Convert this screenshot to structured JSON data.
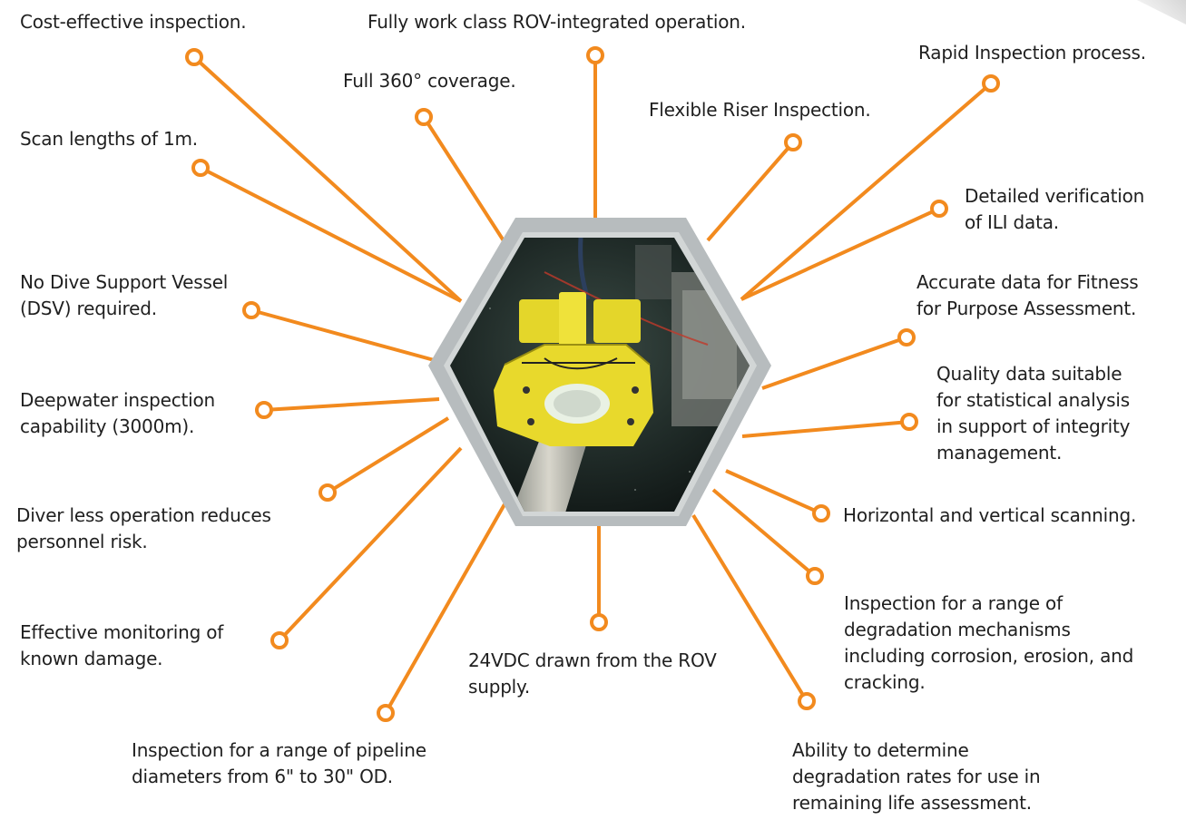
{
  "colors": {
    "accent": "#f28a1e",
    "hex_frame": "#b7bcbe",
    "text": "#1f1f1f"
  },
  "center_image": {
    "icon": "rov-inspection-tool-photo"
  },
  "features": [
    {
      "id": "cost-effective",
      "text": "Cost-effective inspection."
    },
    {
      "id": "rov-integrated",
      "text": "Fully work class ROV-integrated operation."
    },
    {
      "id": "rapid-process",
      "text": "Rapid Inspection process."
    },
    {
      "id": "full-coverage",
      "text": "Full 360° coverage."
    },
    {
      "id": "flexible-riser",
      "text": "Flexible Riser Inspection."
    },
    {
      "id": "scan-lengths",
      "text": "Scan lengths of 1m."
    },
    {
      "id": "ili-verification",
      "text": "Detailed verification\nof ILI data."
    },
    {
      "id": "no-dsv",
      "text": "No Dive Support Vessel\n(DSV) required."
    },
    {
      "id": "fitness-data",
      "text": "Accurate data for Fitness\nfor Purpose Assessment."
    },
    {
      "id": "statistical-data",
      "text": "Quality data suitable\nfor statistical analysis\nin support of integrity\nmanagement."
    },
    {
      "id": "deepwater",
      "text": "Deepwater inspection\ncapability (3000m)."
    },
    {
      "id": "diverless",
      "text": "Diver less operation reduces\npersonnel risk."
    },
    {
      "id": "scanning",
      "text": "Horizontal and vertical scanning."
    },
    {
      "id": "degradation-mechanisms",
      "text": "Inspection for a range of\ndegradation mechanisms\nincluding corrosion, erosion, and\ncracking."
    },
    {
      "id": "monitoring",
      "text": "Effective monitoring of\nknown damage."
    },
    {
      "id": "power",
      "text": "24VDC drawn from the ROV\nsupply."
    },
    {
      "id": "pipeline-diameters",
      "text": "Inspection for a range of pipeline\ndiameters from 6\" to 30\" OD."
    },
    {
      "id": "degradation-rates",
      "text": "Ability to determine\ndegradation rates for use in\nremaining life assessment."
    }
  ]
}
